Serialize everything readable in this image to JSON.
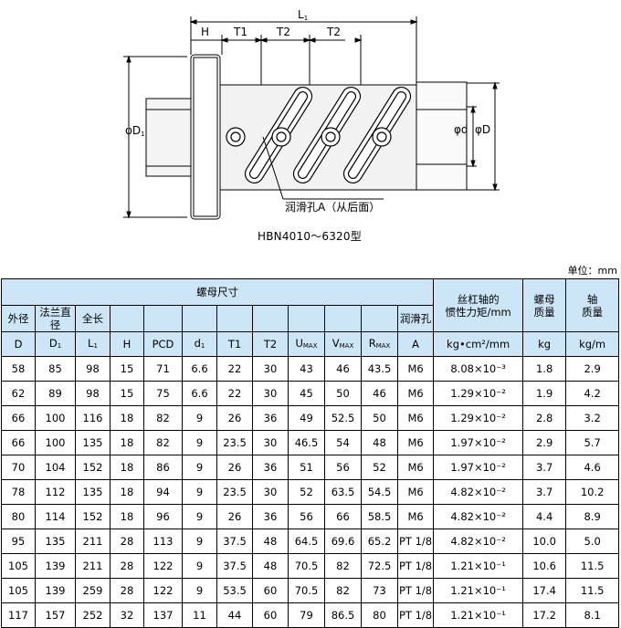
{
  "drawing": {
    "dims": {
      "L1": "L",
      "L1_sub": "1",
      "H": "H",
      "T1": "T1",
      "T2a": "T2",
      "T2b": "T2",
      "D1": "φD",
      "D1_sub": "1",
      "d": "φd",
      "D": "φD"
    },
    "label_lube": "润滑孔A（从后面）",
    "caption": "HBN4010～6320型"
  },
  "unit_text": "单位：mm",
  "table": {
    "group_header": "螺母尺寸",
    "col_headers_cn": [
      "外径",
      "法兰直径",
      "全长",
      "",
      "",
      "",
      "",
      "",
      "",
      "",
      "",
      "润滑孔"
    ],
    "col_symbols": [
      {
        "main": "D",
        "sub": ""
      },
      {
        "main": "D",
        "sub": "1"
      },
      {
        "main": "L",
        "sub": "1"
      },
      {
        "main": "H",
        "sub": ""
      },
      {
        "main": "PCD",
        "sub": ""
      },
      {
        "main": "d",
        "sub": "1"
      },
      {
        "main": "T1",
        "sub": ""
      },
      {
        "main": "T2",
        "sub": ""
      },
      {
        "main": "U",
        "sub": "MAX"
      },
      {
        "main": "V",
        "sub": "MAX"
      },
      {
        "main": "R",
        "sub": "MAX"
      },
      {
        "main": "A",
        "sub": ""
      }
    ],
    "inertia_header": "丝杠轴的\n惯性力矩/mm",
    "inertia_unit": "kg•cm²/mm",
    "nut_mass_header": "螺母\n质量",
    "nut_mass_unit": "kg",
    "shaft_mass_header": "轴\n质量",
    "shaft_mass_unit": "kg/m",
    "rows": [
      [
        "58",
        "85",
        "98",
        "15",
        "71",
        "6.6",
        "22",
        "30",
        "43",
        "46",
        "43.5",
        "M6",
        "8.08×10⁻³",
        "1.8",
        "2.9"
      ],
      [
        "62",
        "89",
        "98",
        "15",
        "75",
        "6.6",
        "22",
        "30",
        "45",
        "50",
        "46",
        "M6",
        "1.29×10⁻²",
        "1.9",
        "4.2"
      ],
      [
        "66",
        "100",
        "116",
        "18",
        "82",
        "9",
        "26",
        "36",
        "49",
        "52.5",
        "50",
        "M6",
        "1.29×10⁻²",
        "2.8",
        "3.2"
      ],
      [
        "66",
        "100",
        "135",
        "18",
        "82",
        "9",
        "23.5",
        "30",
        "46.5",
        "54",
        "48",
        "M6",
        "1.97×10⁻²",
        "2.9",
        "5.7"
      ],
      [
        "70",
        "104",
        "152",
        "18",
        "86",
        "9",
        "26",
        "36",
        "51",
        "56",
        "52",
        "M6",
        "1.97×10⁻²",
        "3.7",
        "4.6"
      ],
      [
        "78",
        "112",
        "135",
        "18",
        "94",
        "9",
        "23.5",
        "30",
        "52",
        "63.5",
        "54.5",
        "M6",
        "4.82×10⁻²",
        "3.7",
        "10.2"
      ],
      [
        "80",
        "114",
        "152",
        "18",
        "96",
        "9",
        "26",
        "36",
        "56",
        "66",
        "58.5",
        "M6",
        "4.82×10⁻²",
        "4.4",
        "8.9"
      ],
      [
        "95",
        "135",
        "211",
        "28",
        "113",
        "9",
        "37.5",
        "48",
        "64.5",
        "69.6",
        "65.2",
        "PT 1/8",
        "4.82×10⁻²",
        "10.0",
        "5.0"
      ],
      [
        "105",
        "139",
        "211",
        "28",
        "122",
        "9",
        "37.5",
        "48",
        "70.5",
        "82",
        "72.5",
        "PT 1/8",
        "1.21×10⁻¹",
        "10.6",
        "11.5"
      ],
      [
        "105",
        "139",
        "259",
        "28",
        "122",
        "9",
        "53.5",
        "60",
        "70.5",
        "82",
        "73",
        "PT 1/8",
        "1.21×10⁻¹",
        "17.4",
        "11.5"
      ],
      [
        "117",
        "157",
        "252",
        "32",
        "137",
        "11",
        "44",
        "60",
        "79",
        "86.5",
        "80",
        "PT 1/8",
        "1.21×10⁻¹",
        "17.2",
        "8.1"
      ]
    ]
  }
}
